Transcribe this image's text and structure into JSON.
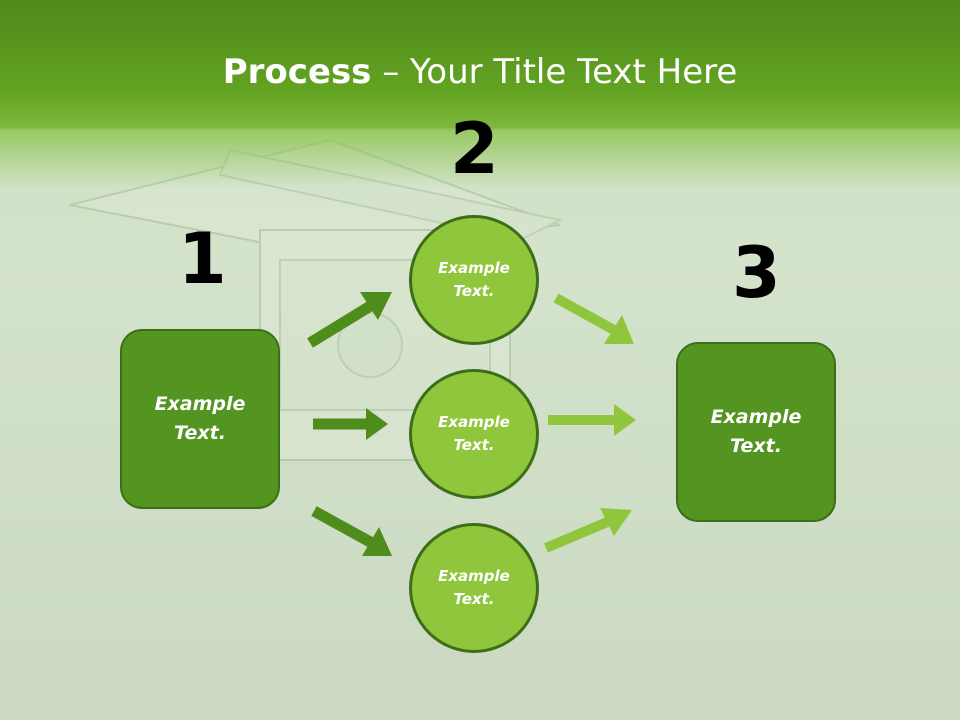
{
  "title": {
    "bold": "Process",
    "rest": " – Your Title Text Here"
  },
  "steps": [
    "1",
    "2",
    "3"
  ],
  "left_box": {
    "text": "Example\nText."
  },
  "circles": [
    {
      "text": "Example\nText."
    },
    {
      "text": "Example\nText."
    },
    {
      "text": "Example\nText."
    }
  ],
  "right_box": {
    "text": "Example\nText."
  },
  "colors": {
    "header": "#5c9b1f",
    "box": "#549421",
    "circle": "#8fc63c",
    "arrow_dark": "#4e8c1c",
    "arrow_light": "#8fc63c"
  }
}
